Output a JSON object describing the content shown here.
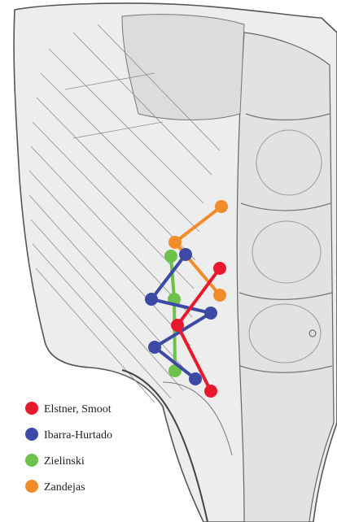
{
  "legend": [
    {
      "label": "Elstner, Smoot",
      "color": "#e8192c"
    },
    {
      "label": "Ibarra-Hurtado",
      "color": "#3c4aa6"
    },
    {
      "label": "Zielinski",
      "color": "#6cc24a"
    },
    {
      "label": "Zandejas",
      "color": "#f28c28"
    }
  ],
  "background": {
    "type": "anatomical-illustration",
    "subject": "abdominal wall muscles"
  }
}
